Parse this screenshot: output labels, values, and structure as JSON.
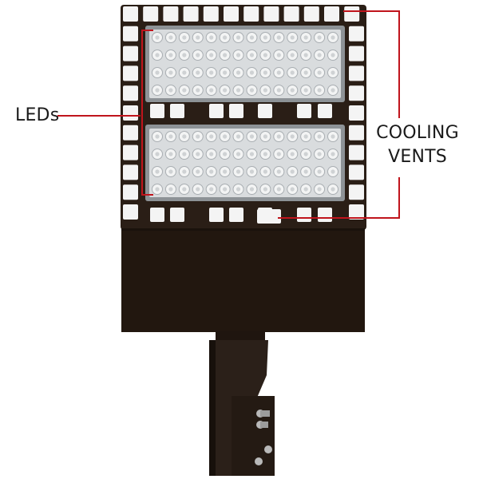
{
  "annotations": {
    "leds_label": "LEDs",
    "cooling_label_line1": "COOLING",
    "cooling_label_line2": "VENTS"
  },
  "colors": {
    "housing": "#2a1e16",
    "housing_dark": "#1c140e",
    "led_panel": "#d9dcde",
    "led_frame": "#8d9296",
    "vent": "#f4f4f4",
    "callout_line": "#c0141c"
  },
  "product": {
    "led_modules": 2,
    "led_rows_per_module": 4,
    "led_cols_per_module": 14
  }
}
